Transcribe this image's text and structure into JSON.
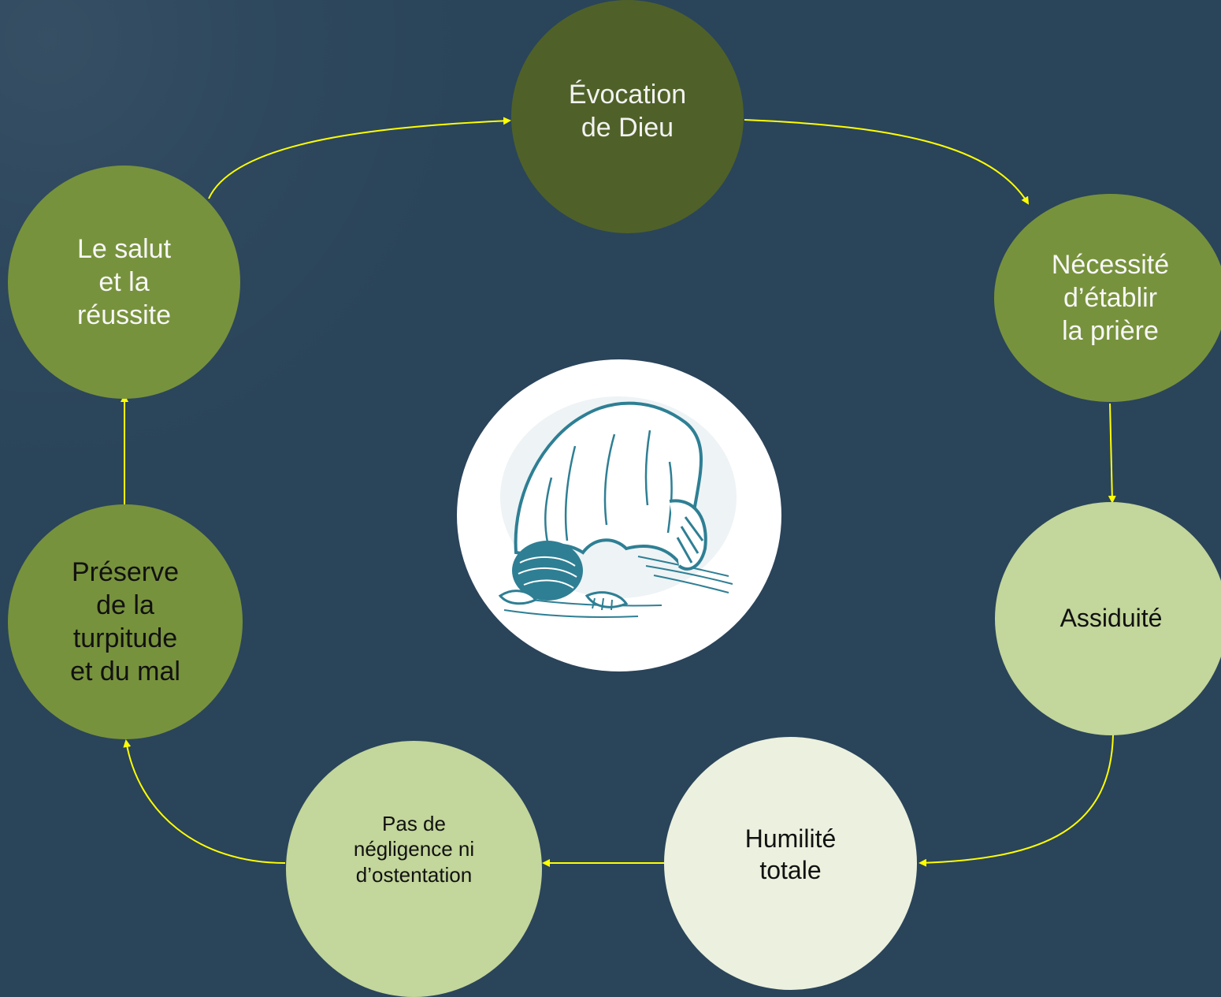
{
  "colors": {
    "background": "#2a445a",
    "arrow": "#ffff00",
    "dark_olive": "#4f6128",
    "olive": "#77923c",
    "light_green": "#c3d69b",
    "pale_green": "#ebf1de",
    "illustration": "#2e7f94"
  },
  "nodes": {
    "evocation": "Évocation\nde Dieu",
    "necessite": "Nécessité\nd’établir\nla prière",
    "assiduite": "Assiduité",
    "humilite": "Humilité\ntotale",
    "negligence": "Pas de\nnégligence ni\nd’ostentation",
    "preserve": "Préserve\nde la\nturpitude\net du mal",
    "salut": "Le salut\net la\nréussite"
  },
  "flow": [
    {
      "from": "Le salut et la réussite",
      "to": "Évocation de Dieu"
    },
    {
      "from": "Évocation de Dieu",
      "to": "Nécessité d’établir la prière"
    },
    {
      "from": "Nécessité d’établir la prière",
      "to": "Assiduité"
    },
    {
      "from": "Assiduité",
      "to": "Humilité totale"
    },
    {
      "from": "Humilité totale",
      "to": "Pas de négligence ni d’ostentation"
    },
    {
      "from": "Pas de négligence ni d’ostentation",
      "to": "Préserve de la turpitude et du mal"
    },
    {
      "from": "Préserve de la turpitude et du mal",
      "to": "Le salut et la réussite"
    }
  ],
  "center_image": {
    "icon": "prostration-illustration"
  }
}
